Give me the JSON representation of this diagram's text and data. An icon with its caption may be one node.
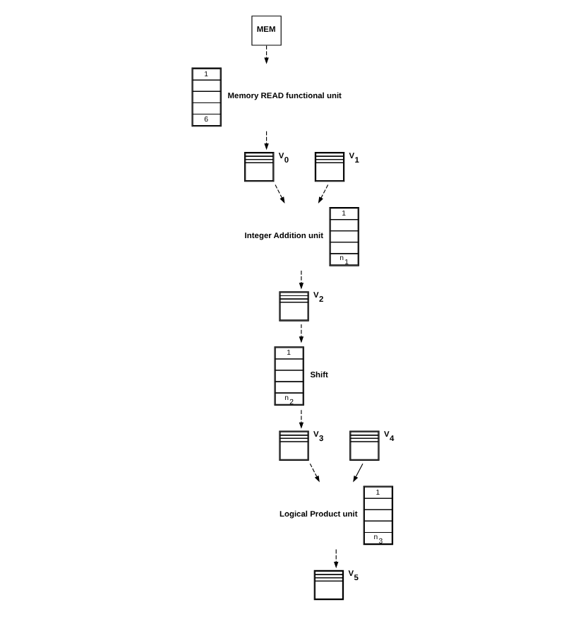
{
  "diagram": {
    "nodes": [
      {
        "text": [
          "MEM"
        ]
      },
      {
        "text": [
          "Memory READ functional unit",
          "1",
          "6"
        ]
      },
      {
        "text": [
          "V$_{0}$"
        ]
      },
      {
        "text": [
          "V$_{1}$"
        ]
      },
      {
        "text": [
          "Integer Addition unit",
          "1",
          "n$_{1}$"
        ]
      },
      {
        "text": [
          "V$_{2}$"
        ]
      },
      {
        "text": [
          "Shift",
          "1",
          "n$_{2}$"
        ]
      },
      {
        "text": [
          "V$_{3}$"
        ]
      },
      {
        "text": [
          "V$_{4}$"
        ]
      },
      {
        "text": [
          "Logical Product unit",
          "1",
          "n$_{3}$"
        ]
      },
      {
        "text": [
          "V$_{5}$"
        ]
      }
    ],
    "edges": [
      {
        "from": 0,
        "to": 1,
        "arrow": "to",
        "style": "dashed"
      },
      {
        "from": 1,
        "to": 2,
        "arrow": "to",
        "style": "dashed"
      },
      {
        "from": 2,
        "to": 4,
        "arrow": "to",
        "style": "dashed"
      },
      {
        "from": 3,
        "to": 4,
        "arrow": "to",
        "style": "dashed"
      },
      {
        "from": 4,
        "to": 5,
        "arrow": "to",
        "style": "dashed"
      },
      {
        "from": 5,
        "to": 6,
        "arrow": "to",
        "style": "dashed"
      },
      {
        "from": 6,
        "to": 7,
        "arrow": "to",
        "style": "dashed"
      },
      {
        "from": 7,
        "to": 9,
        "arrow": "to",
        "style": "dashed"
      },
      {
        "from": 8,
        "to": 9,
        "arrow": "to"
      },
      {
        "from": 9,
        "to": 10,
        "arrow": "to",
        "style": "dashed"
      }
    ]
  }
}
